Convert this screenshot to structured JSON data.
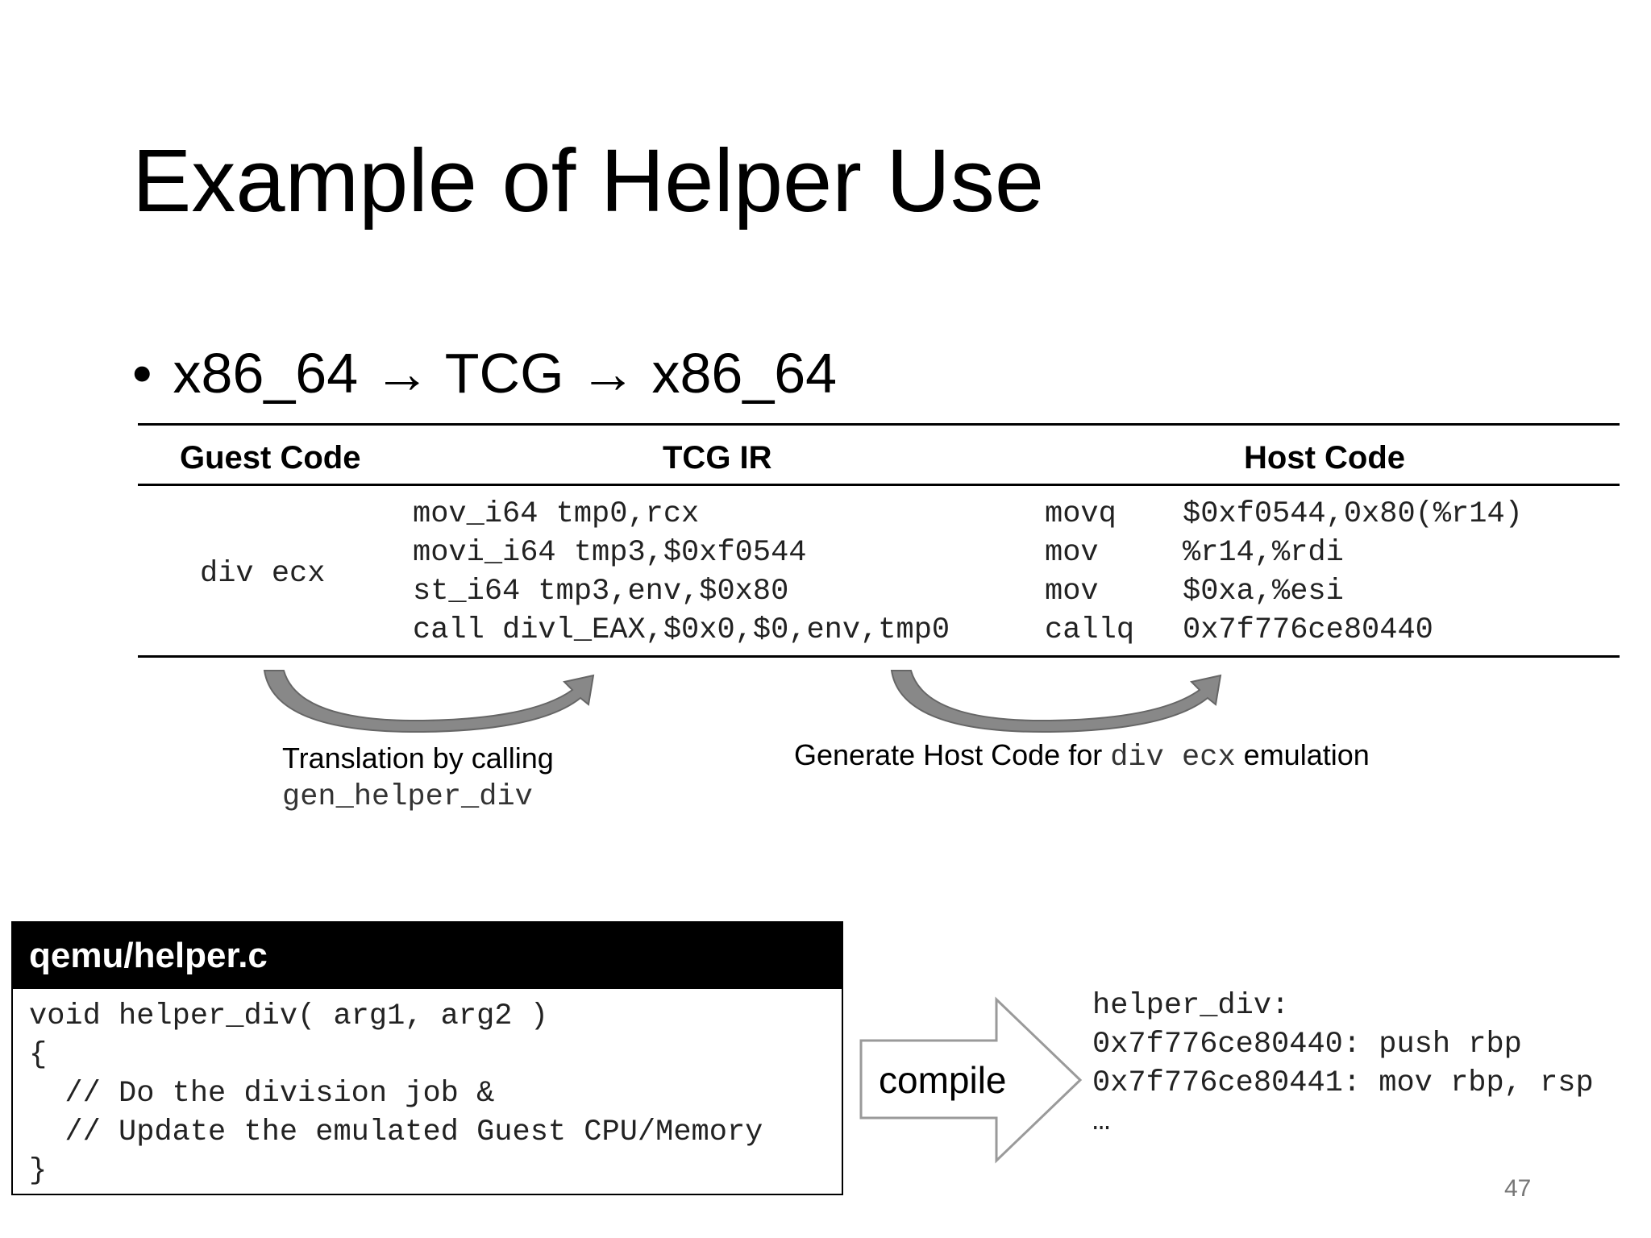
{
  "slide": {
    "title": "Example of Helper Use",
    "bullet": "x86_64 → TCG → x86_64",
    "page_number": "47"
  },
  "table": {
    "headers": {
      "guest": "Guest Code",
      "ir": "TCG IR",
      "host": "Host Code"
    },
    "guest_code": "div ecx",
    "ir_lines": [
      "mov_i64 tmp0,rcx",
      "movi_i64 tmp3,$0xf0544",
      "st_i64 tmp3,env,$0x80",
      "call divl_EAX,$0x0,$0,env,tmp0"
    ],
    "host_lines": [
      {
        "op": "movq",
        "args": "$0xf0544,0x80(%r14)"
      },
      {
        "op": "mov",
        "args": "%r14,%rdi"
      },
      {
        "op": "mov",
        "args": "$0xa,%esi"
      },
      {
        "op": "callq",
        "args": "0x7f776ce80440"
      }
    ]
  },
  "annotations": {
    "left_caption_text": "Translation by calling",
    "left_caption_code": "gen_helper_div",
    "right_caption_prefix": "Generate Host Code for",
    "right_caption_code": "div ecx",
    "right_caption_suffix": "emulation"
  },
  "helper_file": {
    "filename": "qemu/helper.c",
    "code_lines": [
      "void helper_div( arg1, arg2 )",
      "{",
      "  // Do the division job &",
      "  // Update the emulated Guest CPU/Memory",
      "}"
    ]
  },
  "compile": {
    "label": "compile",
    "asm_lines": [
      "helper_div:",
      "0x7f776ce80440: push rbp",
      "0x7f776ce80441: mov rbp, rsp",
      "…"
    ]
  },
  "colors": {
    "arrow_fill": "#888888",
    "arrow_edge": "#666666",
    "compile_arrow_stroke": "#9a9a9a"
  }
}
